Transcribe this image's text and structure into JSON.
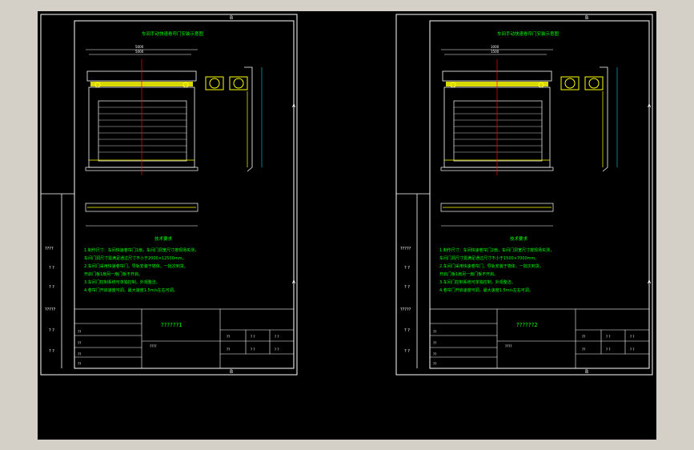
{
  "sheets": [
    {
      "title": "车间手动快速卷帘门安装示意图",
      "drawing_name": "??????1",
      "dim_width": "5000",
      "dim_overall": "5000",
      "notes_header": "技术要求",
      "notes": [
        "1.制作尺寸：车间快速卷帘门1扇，车间门洞宽尺寸按现场实测，",
        "车间门洞尺寸需满足通过尺寸不小于2000×12500mm。",
        "2.车间门采用快速卷帘门，导轨安装于墙体，一批次到货，",
        "开启门板1扇另一扇门板不开启。",
        "3.车间门控制系统可单独控制，外观整洁。",
        "4.卷帘门开启速度可调，最大速度1.5m/s左右可调。"
      ],
      "left_labels": [
        "????",
        "? ?",
        "? ?",
        "?????",
        "? ?",
        "? ?"
      ],
      "title_block": {
        "rows": [
          "??",
          "??",
          "??",
          "??"
        ],
        "cells": [
          "??",
          "? ?",
          "? ?",
          "??",
          "? ?",
          "? ?"
        ],
        "small": "????"
      },
      "top_letter": "B",
      "side_letters": [
        "A",
        "A"
      ]
    },
    {
      "title": "车间手动快速卷帘门安装示意图",
      "drawing_name": "??????2",
      "dim_width": "1500",
      "dim_overall": "1000",
      "notes_header": "技术要求",
      "notes": [
        "1.制作尺寸：车间快速卷帘门2扇，车间门洞宽尺寸按现场实测，",
        "车间门洞尺寸需满足通过尺寸不小于1500×7000mm。",
        "2.车间门采用快速卷帘门，导轨安装于墙体，一批次到货，",
        "开启门板1扇另一扇门板不开启。",
        "3.车间门控制系统可单独控制，外观整洁。",
        "4.卷帘门开启速度可调，最大速度1.5m/s左右可调。"
      ],
      "left_labels": [
        "?????",
        "? ?",
        "? ?",
        "?????",
        "? ?",
        "? ?"
      ],
      "title_block": {
        "rows": [
          "??",
          "??",
          "??",
          "??"
        ],
        "cells": [
          "??",
          "? ?",
          "? ?",
          "??",
          "? ?",
          "? ?"
        ],
        "small": "????"
      },
      "top_letter": "B",
      "side_letters": [
        "A",
        "A"
      ]
    }
  ],
  "colors": {
    "frame": "#ffffff",
    "green_text": "#00ff00",
    "yellow": "#ffff00",
    "red_center": "#ff0000",
    "cyan_dim": "#00ffff"
  }
}
